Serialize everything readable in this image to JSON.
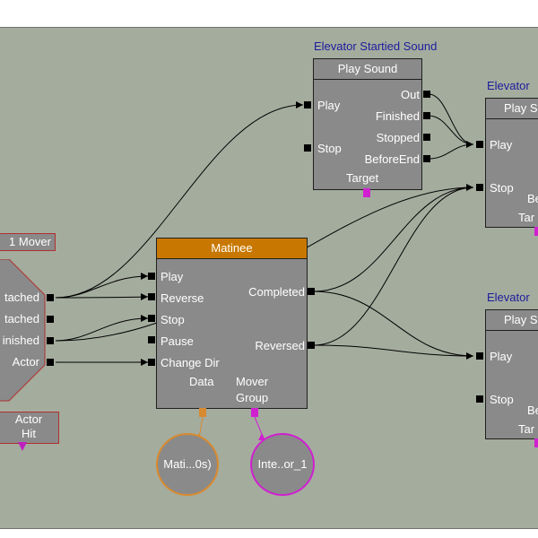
{
  "colors": {
    "canvas": "#a4ac9e",
    "node_body": "#8a8a8a",
    "matinee_header": "#c87800",
    "title_text": "#1c1c9c",
    "float_var": "#d88a30",
    "object_var": "#d020d0",
    "actor_var": "#c020c0"
  },
  "mover_node": {
    "title": "1 Mover",
    "outputs": [
      "tached",
      "tached",
      "inished",
      "Actor"
    ],
    "actor_hit_line1": "Actor",
    "actor_hit_line2": "Hit"
  },
  "matinee": {
    "header": "Matinee",
    "inputs": [
      "Play",
      "Reverse",
      "Stop",
      "Pause",
      "Change Dir"
    ],
    "outputs": [
      "Completed",
      "Reversed"
    ],
    "var_data": "Data",
    "var_group_line1": "Mover",
    "var_group_line2": "Group",
    "data_var_label": "Mati...0s)",
    "group_var_label": "Inte..or_1"
  },
  "sound1": {
    "title": "Elevator Startied Sound",
    "header": "Play Sound",
    "inputs": [
      "Play",
      "Stop"
    ],
    "outputs": [
      "Out",
      "Finished",
      "Stopped",
      "BeforeEnd"
    ],
    "target": "Target"
  },
  "sound2": {
    "title": "Elevator",
    "header": "Play S",
    "inputs": [
      "Play",
      "Stop"
    ],
    "partial_labels": [
      "Be",
      "Tar"
    ]
  },
  "sound3": {
    "title": "Elevator",
    "header": "Play S",
    "inputs": [
      "Play",
      "Stop"
    ],
    "partial_labels": [
      "Be",
      "Tar"
    ]
  }
}
